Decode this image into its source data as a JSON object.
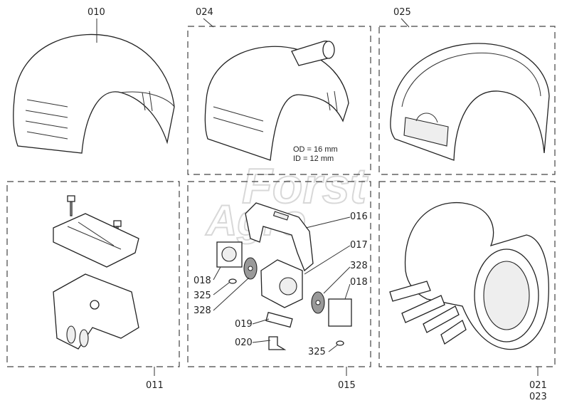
{
  "watermark": {
    "line1": "Forst",
    "line2": "Agro"
  },
  "note": {
    "od": "OD = 16 mm",
    "id": "ID  = 12 mm"
  },
  "labels": {
    "p010": "010",
    "p024": "024",
    "p025": "025",
    "p011": "011",
    "p015": "015",
    "p021": "021",
    "p023": "023",
    "p016": "016",
    "p017": "017",
    "p328a": "328",
    "p018a": "018",
    "p018b": "018",
    "p325a": "325",
    "p328b": "328",
    "p019": "019",
    "p020": "020",
    "p325b": "325"
  }
}
